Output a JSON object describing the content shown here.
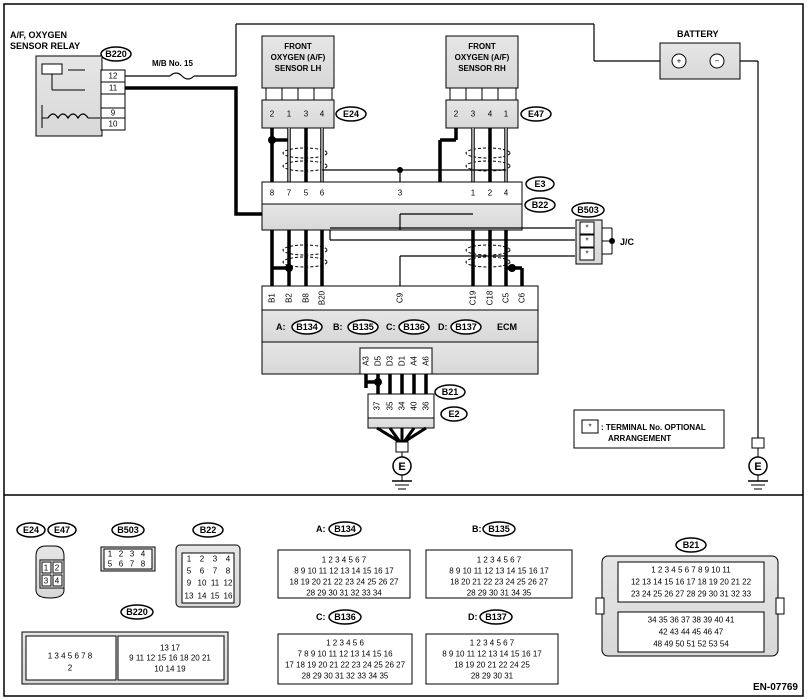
{
  "relay": {
    "title_line1": "A/F, OXYGEN",
    "title_line2": "SENSOR RELAY",
    "code": "B220",
    "pins": [
      "12",
      "11",
      "9",
      "10"
    ]
  },
  "fuse": {
    "label": "M/B No. 15"
  },
  "sensor_lh": {
    "line1": "FRONT",
    "line2": "OXYGEN (A/F)",
    "line3": "SENSOR LH",
    "code": "E24",
    "pins": [
      "2",
      "1",
      "3",
      "4"
    ]
  },
  "sensor_rh": {
    "line1": "FRONT",
    "line2": "OXYGEN (A/F)",
    "line3": "SENSOR RH",
    "code": "E47",
    "pins": [
      "2",
      "3",
      "4",
      "1"
    ]
  },
  "battery": {
    "label": "BATTERY",
    "plus": "+",
    "minus": "−"
  },
  "harness_connector": {
    "codes": [
      "E3",
      "B22"
    ],
    "pins": [
      "8",
      "7",
      "5",
      "6",
      "3",
      "1",
      "2",
      "4"
    ]
  },
  "jc": {
    "code": "B503",
    "label": "J/C",
    "pins": [
      "*",
      "*",
      "*"
    ]
  },
  "ecm": {
    "label": "ECM",
    "pins_top": [
      "B1",
      "B2",
      "B8",
      "B20",
      "C9",
      "C19",
      "C18",
      "C5",
      "C6"
    ],
    "connectors": [
      {
        "letter": "A:",
        "code": "B134"
      },
      {
        "letter": "B:",
        "code": "B135"
      },
      {
        "letter": "C:",
        "code": "B136"
      },
      {
        "letter": "D:",
        "code": "B137"
      }
    ],
    "pins_bottom": [
      "A3",
      "D5",
      "D3",
      "D1",
      "A4",
      "A6"
    ]
  },
  "ground_connector": {
    "codes": [
      "B21",
      "E2"
    ],
    "pins": [
      "37",
      "35",
      "34",
      "40",
      "36"
    ]
  },
  "ground": {
    "symbol": "E"
  },
  "legend": {
    "star": "*",
    "line1": ": TERMINAL No. OPTIONAL",
    "line2": "ARRANGEMENT"
  },
  "faces": {
    "e24": "E24",
    "e47": "E47",
    "b503": "B503",
    "b22": "B22",
    "b134": {
      "prefix": "A:",
      "code": "B134"
    },
    "b135": {
      "prefix": "B:",
      "code": "B135"
    },
    "b136": {
      "prefix": "C:",
      "code": "B136"
    },
    "b137": {
      "prefix": "D:",
      "code": "B137"
    },
    "b21": "B21",
    "b220": "B220"
  },
  "footer": {
    "code": "EN-07769"
  }
}
